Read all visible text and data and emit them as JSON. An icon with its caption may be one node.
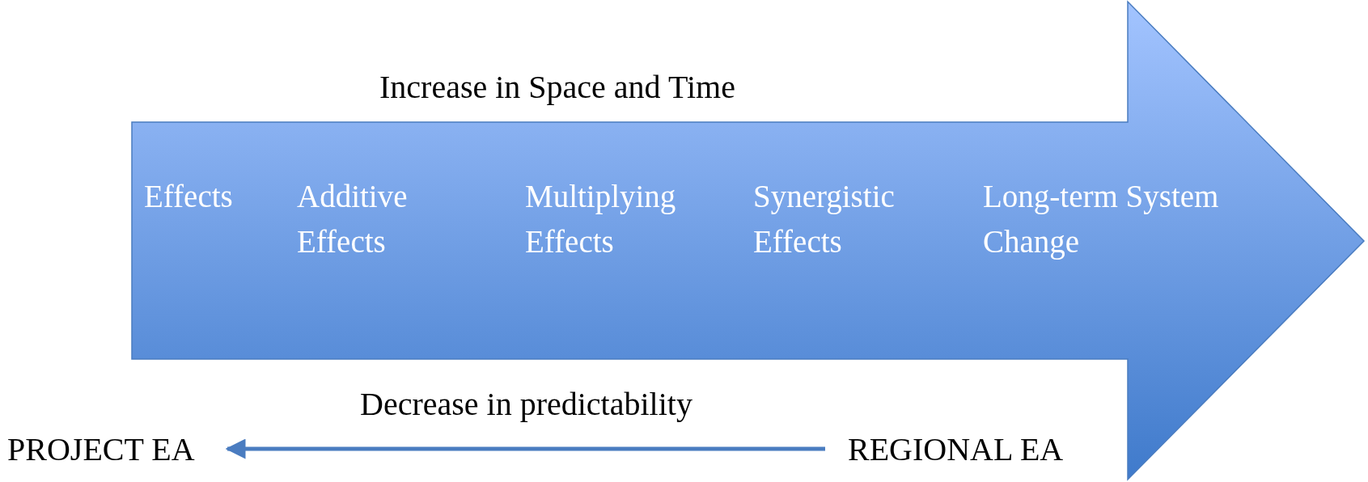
{
  "diagram": {
    "nodes": [
      {
        "text": [
          "Effects",
          "Additive Effects",
          "Multiplying Effects",
          "Synergistic Effects",
          "Long-term System Change"
        ],
        "beside": [
          "Increase in Space and Time"
        ]
      },
      {
        "text": [
          "PROJECT EA"
        ]
      },
      {
        "text": [
          "REGIONAL EA"
        ]
      }
    ],
    "edges": [
      {
        "from": 2,
        "to": 1,
        "arrow": "to",
        "label": "Decrease in predictability"
      }
    ]
  }
}
